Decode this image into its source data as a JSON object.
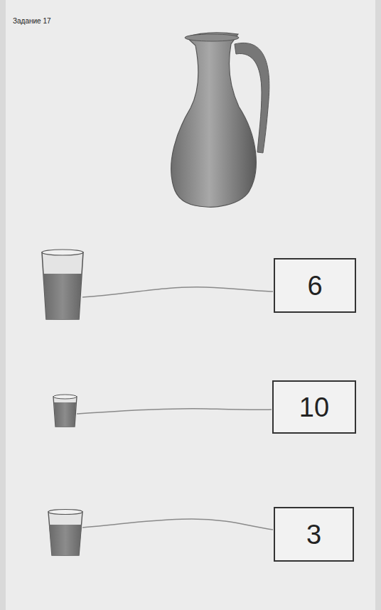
{
  "diagram": {
    "nodes": [
      {
        "text": [
          "6"
        ]
      },
      {
        "text": [
          "10"
        ]
      },
      {
        "text": [
          "3"
        ]
      }
    ],
    "labels": [
      "Задание 17"
    ]
  }
}
